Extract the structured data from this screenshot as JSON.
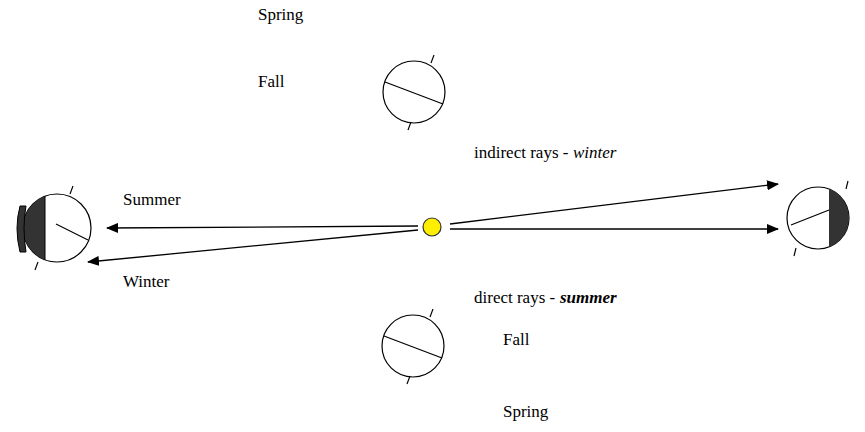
{
  "diagram": {
    "labels": [
      "Spring",
      "Fall",
      "indirect rays -",
      "winter",
      "Summer",
      "Winter",
      "direct rays -",
      "summer",
      "Fall",
      "Spring"
    ]
  }
}
